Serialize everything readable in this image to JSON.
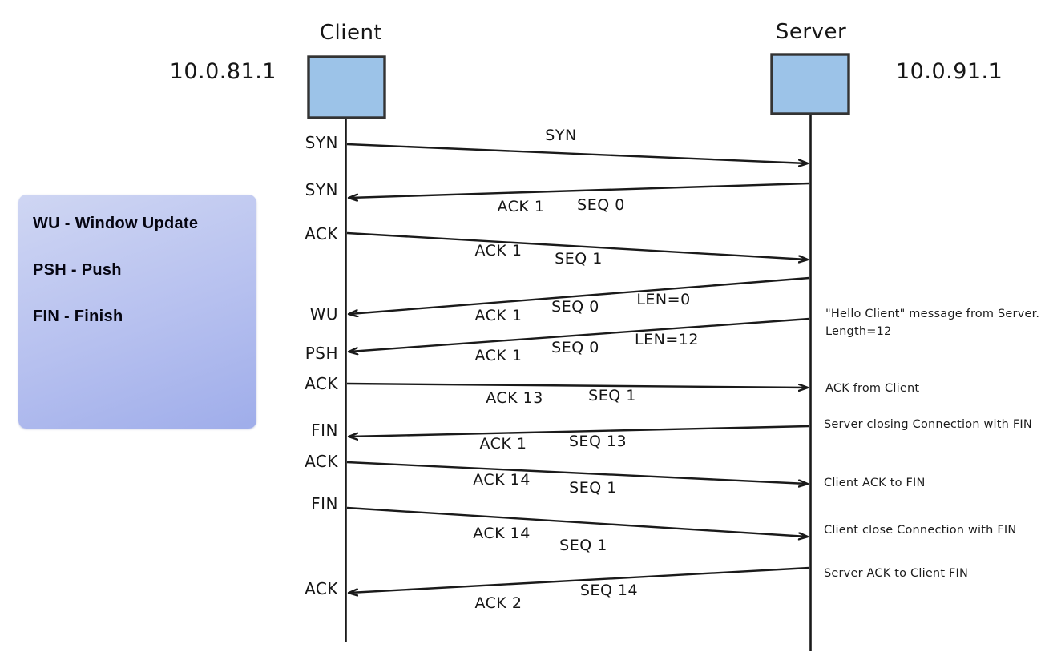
{
  "nodes": {
    "client": {
      "title": "Client",
      "ip": "10.0.81.1"
    },
    "server": {
      "title": "Server",
      "ip": "10.0.91.1"
    }
  },
  "legend": {
    "wu": "WU - Window Update",
    "psh": "PSH - Push",
    "fin": "FIN - Finish"
  },
  "messages": [
    {
      "left": "SYN",
      "l1": "SYN"
    },
    {
      "left": "SYN",
      "l1": "ACK 1",
      "l2": "SEQ 0"
    },
    {
      "left": "ACK",
      "l1": "ACK 1",
      "l2": "SEQ 1"
    },
    {
      "left": "WU",
      "l1": "ACK 1",
      "l2": "SEQ 0",
      "l3": "LEN=0"
    },
    {
      "left": "PSH",
      "l1": "ACK 1",
      "l2": "SEQ 0",
      "l3": "LEN=12"
    },
    {
      "left": "ACK",
      "l1": "ACK 13",
      "l2": "SEQ 1"
    },
    {
      "left": "FIN",
      "l1": "ACK 1",
      "l2": "SEQ 13"
    },
    {
      "left": "ACK",
      "l1": "ACK 14",
      "l2": "SEQ 1"
    },
    {
      "left": "FIN",
      "l1": "ACK 14",
      "l2": "SEQ 1"
    },
    {
      "left": "ACK",
      "l1": "ACK 2",
      "l2": "SEQ 14"
    }
  ],
  "annotations": [
    {
      "text": "\"Hello Client\" message from Server.",
      "text2": "Length=12"
    },
    {
      "text": "ACK from Client"
    },
    {
      "text": "Server closing Connection with FIN"
    },
    {
      "text": "Client ACK to FIN"
    },
    {
      "text": "Client close Connection with FIN"
    },
    {
      "text": "Server ACK to Client FIN"
    }
  ],
  "colors": {
    "node_fill": "#9cc3e8",
    "node_border": "#333333",
    "line": "#1a1a1a",
    "legend_top": "#cfd6f3",
    "legend_bottom": "#9fadea"
  }
}
